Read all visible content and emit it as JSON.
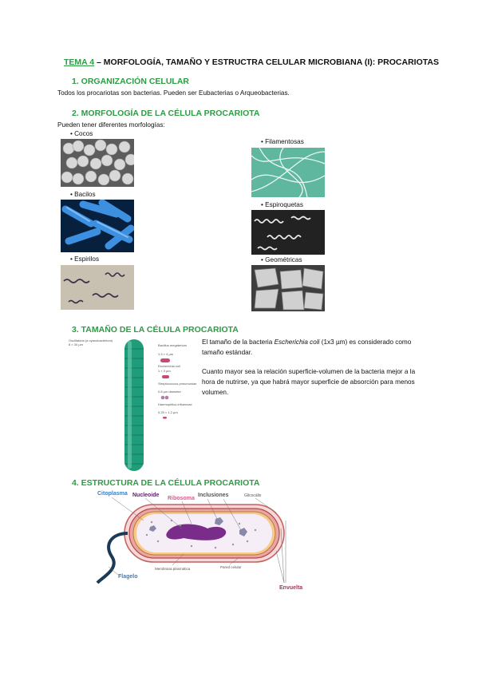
{
  "title": {
    "tema": "TEMA 4",
    "rest": " – MORFOLOGÍA, TAMAÑO Y ESTRUCTRA CELULAR MICROBIANA (I): PROCARIOTAS"
  },
  "sections": {
    "s1": {
      "heading": "1.   ORGANIZACIÓN CELULAR",
      "text": "Todos los procariotas son bacterias. Pueden ser Eubacterias o Arqueobacterias."
    },
    "s2": {
      "heading": "2.   MORFOLOGÍA DE LA CÉLULA PROCARIOTA",
      "intro": "Pueden tener diferentes morfologías:"
    },
    "s3": {
      "heading": "3.   TAMAÑO DE LA CÉLULA PROCARIOTA"
    },
    "s4": {
      "heading": "4.   ESTRUCTURA DE LA CÉLULA PROCARIOTA"
    }
  },
  "morphologies": {
    "cocos": "• Cocos",
    "bacilos": "• Bacilos",
    "espirilos": "• Espirilos",
    "filamentosas": "• Filamentosas",
    "espiroquetas": "• Espiroquetas",
    "geometricas": "• Geométricas"
  },
  "size": {
    "p1_pre": "El tamaño de la bacteria ",
    "p1_species": "Escherichia coli",
    "p1_post": " (1x3 µm) es considerado como tamaño estándar.",
    "p2": "Cuanto mayor sea la relación superficie-volumen de la bacteria mejor a la hora de nutrirse, ya que habrá mayor superficie de absorción para menos volumen.",
    "figure": {
      "oscillatoria": "Oscillatoria (a cyanobacterium)",
      "oscillatoria_size": "8 × 30 µm",
      "bacillus": "Bacillus megaterium",
      "bacillus_size": "1.3 × 4 µm",
      "ecoli": "Escherichia coli",
      "ecoli_size": "1 × 3 µm",
      "strep": "Streptococcus pneumoniae",
      "strep_size": "0.8 µm diameter",
      "haemo": "Haemophilus influenzae",
      "haemo_size": "0.25 × 1.2 µm"
    }
  },
  "structure": {
    "citoplasma": "Citoplasma",
    "nucleoide": "Nucleoide",
    "ribosoma": "Ribosoma",
    "inclusiones": "Inclusiones",
    "glicocalix": "Glicocálix",
    "membrana": "Membrana plasmática",
    "pared": "Pared celular",
    "flagelo": "Flagelo",
    "envuelta": "Envuelta"
  }
}
